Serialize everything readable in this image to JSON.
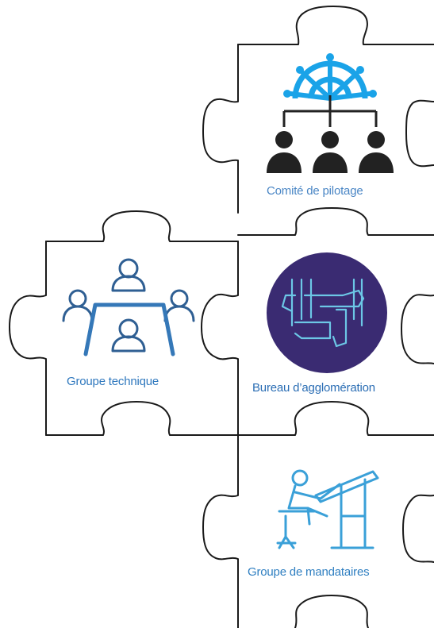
{
  "pieces": {
    "pilotage": {
      "label": "Comité de pilotage",
      "icon": "ship-wheel-hierarchy-icon"
    },
    "technique": {
      "label": "Groupe technique",
      "icon": "meeting-table-icon"
    },
    "bureau": {
      "label": "Bureau d’agglomération",
      "icon": "joined-hands-icon"
    },
    "mandataires": {
      "label": "Groupe de mandataires",
      "icon": "drafting-table-icon"
    }
  },
  "colors": {
    "outline": "#1a1a1a",
    "wheel": "#1aa3e8",
    "people_dark": "#222222",
    "meeting_blue": "#2f5f93",
    "bureau_circle": "#3a2b72",
    "drafting": "#3aa0d8"
  }
}
